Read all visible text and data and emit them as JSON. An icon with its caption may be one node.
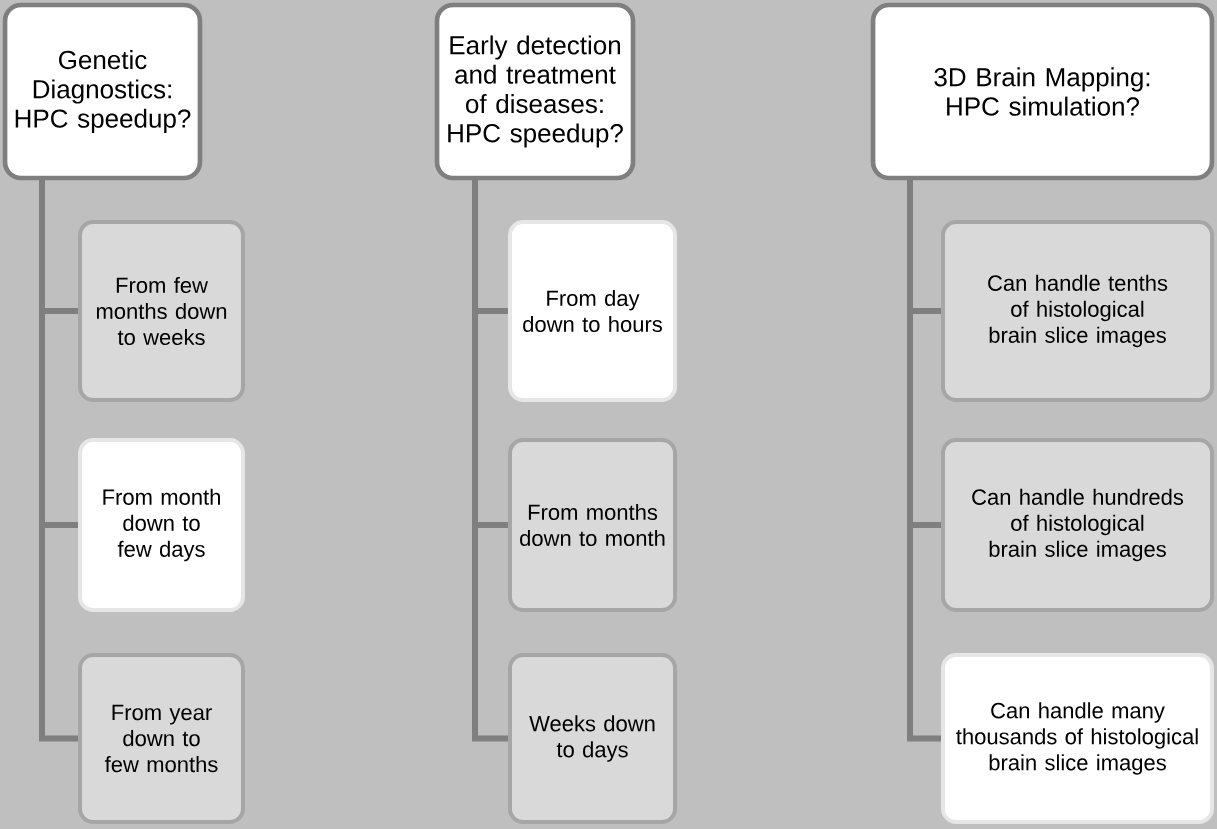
{
  "diagram": {
    "nodes": [
      {
        "text": [
          "Genetic Diagnostics: HPC speedup?"
        ]
      },
      {
        "text": [
          "From few months down to weeks"
        ]
      },
      {
        "text": [
          "From month down to few days"
        ]
      },
      {
        "text": [
          "From year down to few months"
        ]
      },
      {
        "text": [
          "Early detection and treatment of diseases: HPC speedup?"
        ]
      },
      {
        "text": [
          "From day down to hours"
        ]
      },
      {
        "text": [
          "From months down to month"
        ]
      },
      {
        "text": [
          "Weeks down to days"
        ]
      },
      {
        "text": [
          "3D Brain Mapping: HPC simulation?"
        ]
      },
      {
        "text": [
          "Can handle tenths of histological brain slice images"
        ]
      },
      {
        "text": [
          "Can handle hundreds of histological brain slice images"
        ]
      },
      {
        "text": [
          "Can handle many thousands of histological brain slice images"
        ]
      }
    ],
    "edges": [
      {
        "from": 0,
        "to": 1,
        "arrow": "none"
      },
      {
        "from": 0,
        "to": 2,
        "arrow": "none"
      },
      {
        "from": 0,
        "to": 3,
        "arrow": "none"
      },
      {
        "from": 4,
        "to": 5,
        "arrow": "none"
      },
      {
        "from": 4,
        "to": 6,
        "arrow": "none"
      },
      {
        "from": 4,
        "to": 7,
        "arrow": "none"
      },
      {
        "from": 8,
        "to": 9,
        "arrow": "none"
      },
      {
        "from": 8,
        "to": 10,
        "arrow": "none"
      },
      {
        "from": 8,
        "to": 11,
        "arrow": "none"
      }
    ]
  }
}
